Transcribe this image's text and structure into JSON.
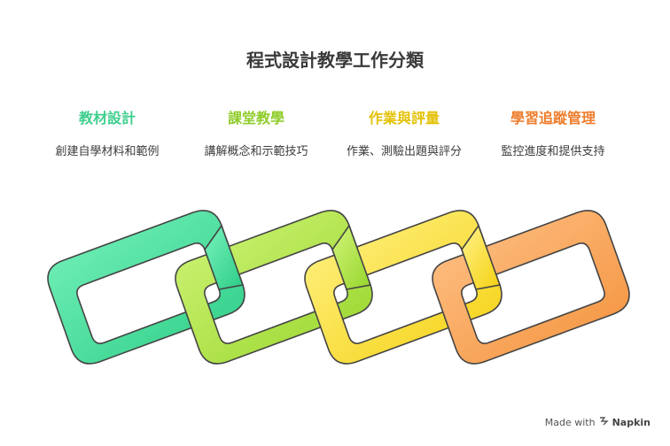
{
  "title": "程式設計教學工作分類",
  "columns": [
    {
      "heading": "教材設計",
      "description": "創建自學材料和範例",
      "color": "#3fcf8e"
    },
    {
      "heading": "課堂教學",
      "description": "講解概念和示範技巧",
      "color": "#8fcc2a"
    },
    {
      "heading": "作業與評量",
      "description": "作業、測驗出題與評分",
      "color": "#e4c20a"
    },
    {
      "heading": "學習追蹤管理",
      "description": "監控進度和提供支持",
      "color": "#ee7d2c"
    }
  ],
  "links": [
    {
      "light": "#6ef0b4",
      "dark": "#32d08a"
    },
    {
      "light": "#c9f06a",
      "dark": "#9cd92f"
    },
    {
      "light": "#fff06a",
      "dark": "#f6d31a"
    },
    {
      "light": "#ffbb7a",
      "dark": "#f59640"
    }
  ],
  "footer": {
    "prefix": "Made with",
    "brand": "Napkin"
  }
}
